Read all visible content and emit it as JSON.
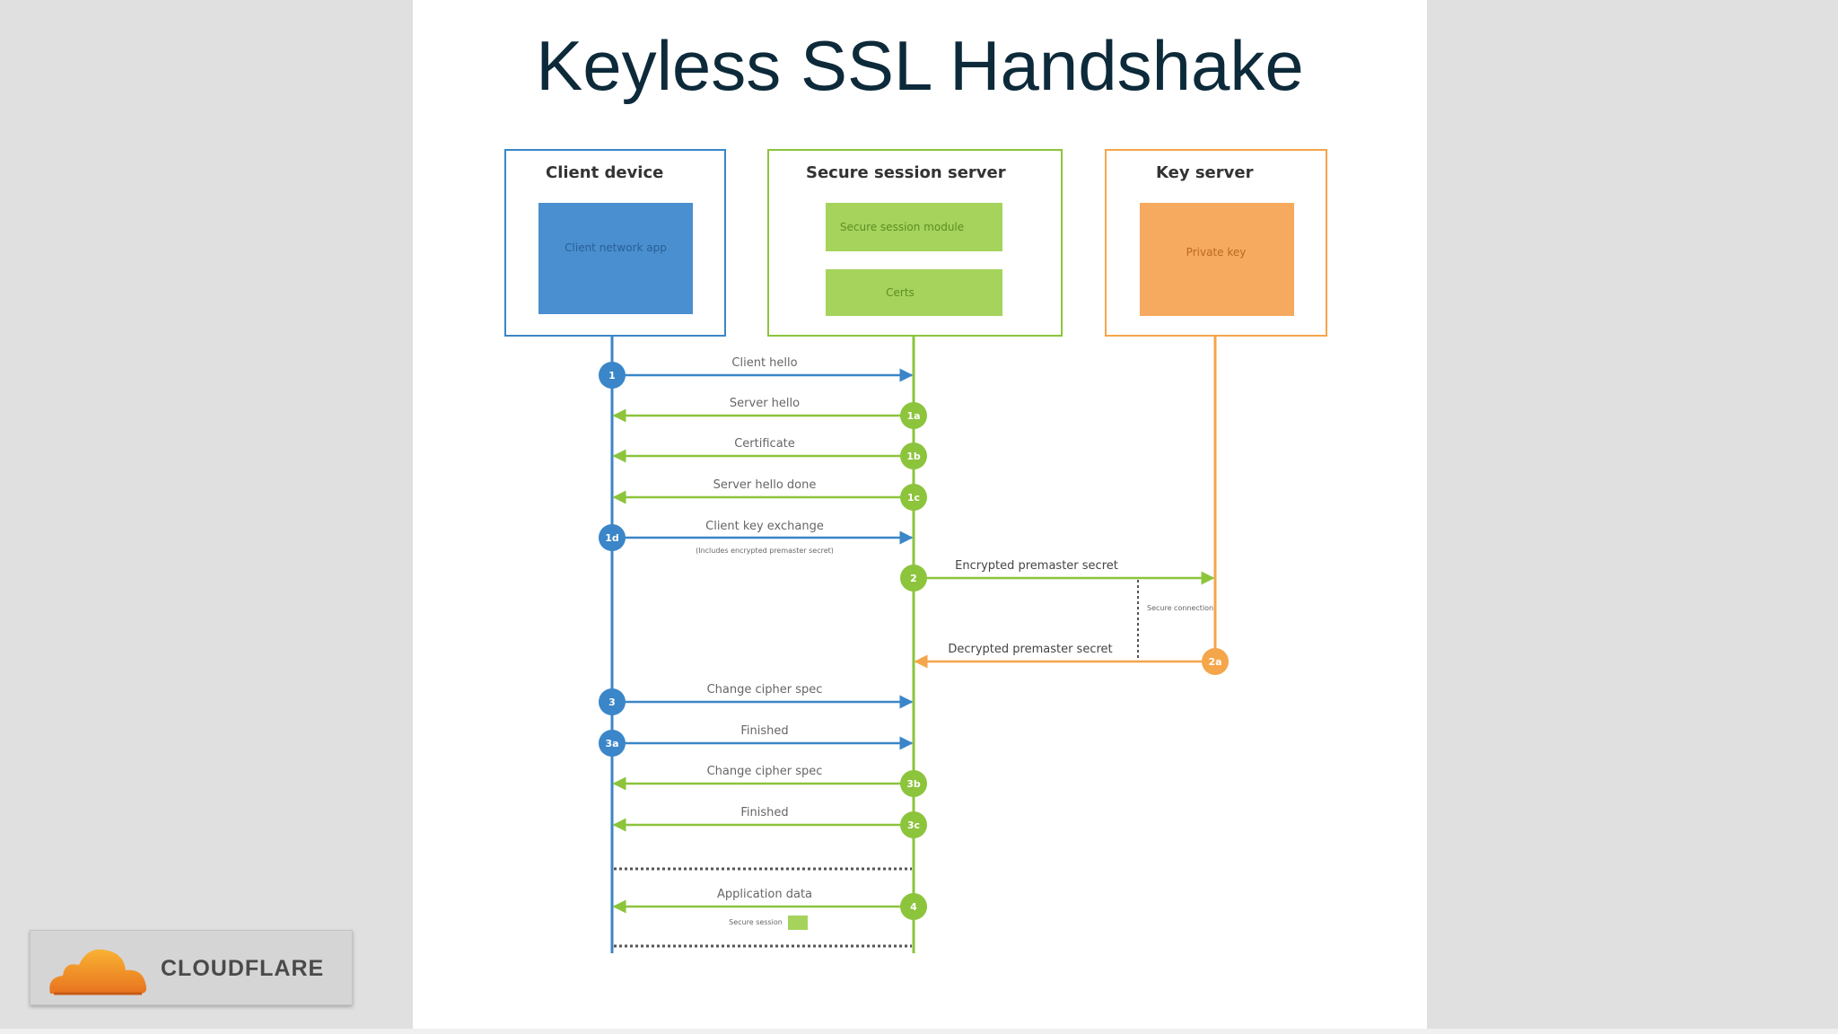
{
  "title": "Keyless SSL Handshake",
  "colors": {
    "client": "#3a86c8",
    "server": "#8cc43c",
    "key": "#f5a54a",
    "title": "#0d2a3a"
  },
  "columns": {
    "client": {
      "header": "Client device",
      "inner": "Client network app"
    },
    "server": {
      "header": "Secure session server",
      "inner1": "Secure session module",
      "inner2": "Certs"
    },
    "key": {
      "header": "Key server",
      "inner": "Private key"
    }
  },
  "messages": [
    {
      "step": "1",
      "label": "Client hello"
    },
    {
      "step": "1a",
      "label": "Server hello"
    },
    {
      "step": "1b",
      "label": "Certificate"
    },
    {
      "step": "1c",
      "label": "Server hello done"
    },
    {
      "step": "1d",
      "label": "Client key exchange",
      "sublabel": "(Includes encrypted premaster secret)"
    },
    {
      "step": "2",
      "label": "Encrypted premaster secret"
    },
    {
      "step": "2a",
      "label": "Decrypted premaster secret"
    },
    {
      "step": "3",
      "label": "Change cipher spec"
    },
    {
      "step": "3a",
      "label": "Finished"
    },
    {
      "step": "3b",
      "label": "Change cipher spec"
    },
    {
      "step": "3c",
      "label": "Finished"
    },
    {
      "step": "4",
      "label": "Application data"
    }
  ],
  "secure_connection_label": "Secure connection",
  "legend": {
    "secure_session_label": "Secure session"
  },
  "logo": {
    "text": "CLOUDFLARE"
  }
}
